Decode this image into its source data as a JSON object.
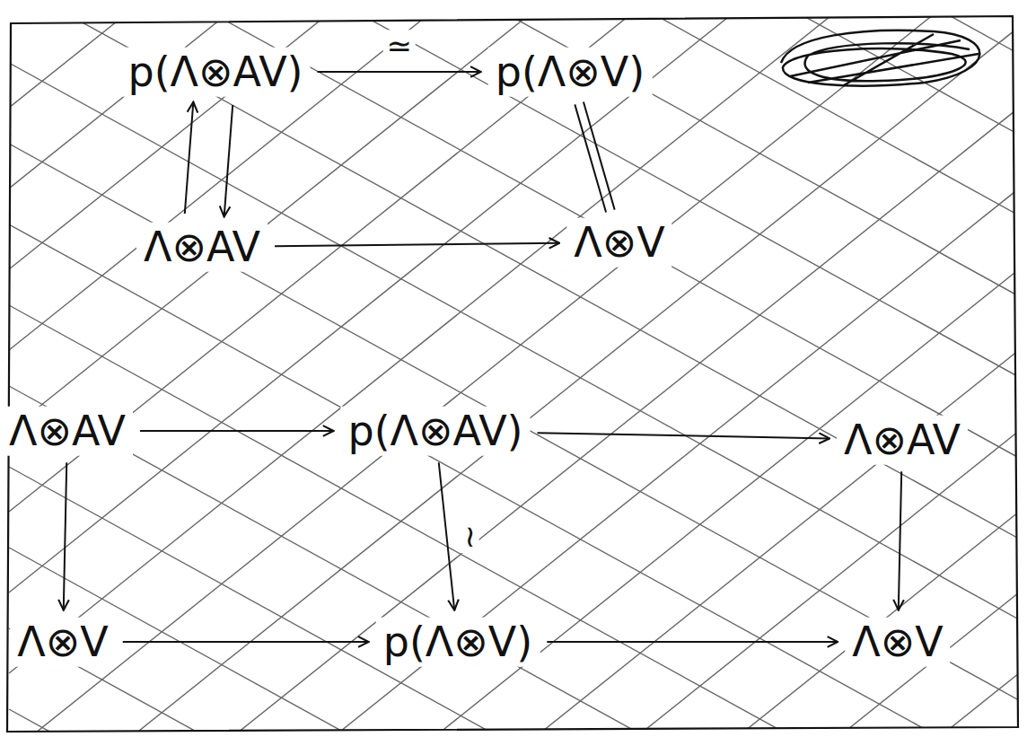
{
  "diagram": {
    "nodes": [
      {
        "text": [
          "p(Λ⊗AV)"
        ]
      },
      {
        "text": [
          "p(Λ⊗V)"
        ]
      },
      {
        "text": [
          "Λ⊗AV"
        ]
      },
      {
        "text": [
          "Λ⊗V"
        ]
      },
      {
        "text": [
          "Λ⊗AV"
        ]
      },
      {
        "text": [
          "p(Λ⊗AV)"
        ]
      },
      {
        "text": [
          "Λ⊗AV"
        ]
      },
      {
        "text": [
          "Λ⊗V"
        ]
      },
      {
        "text": [
          "p(Λ⊗V)"
        ]
      },
      {
        "text": [
          "Λ⊗V"
        ]
      }
    ],
    "edges": [
      {
        "from": 0,
        "to": 1,
        "arrow": "to",
        "label": "≃"
      },
      {
        "from": 0,
        "to": 2,
        "arrow": "to"
      },
      {
        "from": 2,
        "to": 0,
        "arrow": "to"
      },
      {
        "from": 1,
        "to": 3,
        "arrow": "none"
      },
      {
        "from": 2,
        "to": 3,
        "arrow": "to"
      },
      {
        "from": 4,
        "to": 5,
        "arrow": "to"
      },
      {
        "from": 5,
        "to": 6,
        "arrow": "to"
      },
      {
        "from": 4,
        "to": 7,
        "arrow": "to"
      },
      {
        "from": 5,
        "to": 8,
        "arrow": "to",
        "label": "≀"
      },
      {
        "from": 6,
        "to": 9,
        "arrow": "to"
      },
      {
        "from": 7,
        "to": 8,
        "arrow": "to"
      },
      {
        "from": 8,
        "to": 9,
        "arrow": "to"
      }
    ]
  }
}
